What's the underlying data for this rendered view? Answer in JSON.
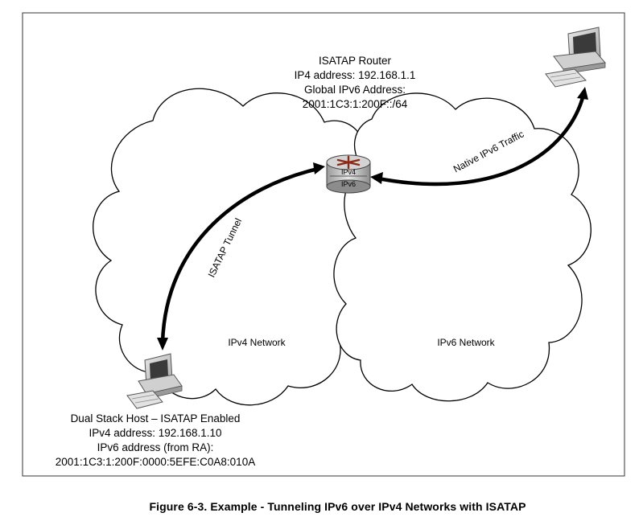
{
  "router": {
    "title": "ISATAP Router",
    "ipv4": "IP4 address: 192.168.1.1",
    "ipv6_heading": "Global IPv6 Address:",
    "ipv6": "2001:1C3:1:200F::/64",
    "badge_top": "IPv4",
    "badge_bottom": "IPv6"
  },
  "host": {
    "title": "Dual Stack Host – ISATAP Enabled",
    "ipv4": "IPv4 address: 192.168.1.10",
    "ipv6_heading": "IPv6 address (from RA):",
    "ipv6": "2001:1C3:1:200F:0000:5EFE:C0A8:010A"
  },
  "networks": {
    "ipv4_label": "IPv4 Network",
    "ipv6_label": "IPv6 Network"
  },
  "links": {
    "tunnel_label": "ISATAP Tunnel",
    "native_label": "Native IPv6 Traffic"
  },
  "caption": "Figure 6-3.  Example - Tunneling IPv6 over IPv4 Networks with ISATAP"
}
